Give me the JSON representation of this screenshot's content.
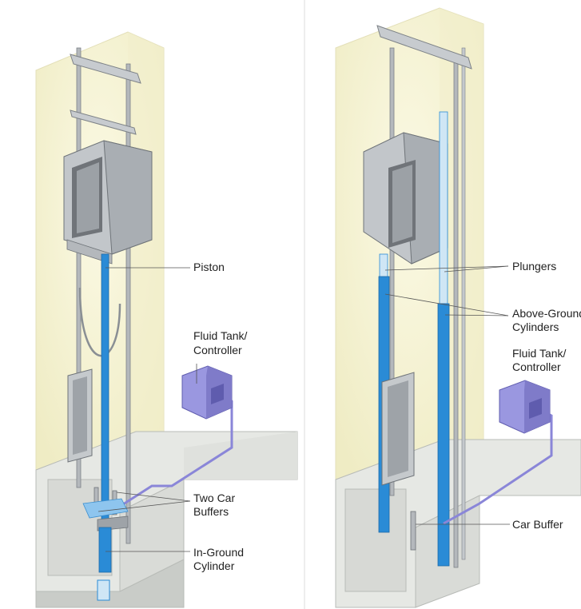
{
  "colors": {
    "shaft_glow": "#f4f0cc",
    "shaft_edge": "#dcdcc8",
    "concrete": "#e6e8e4",
    "concrete_dark": "#c9ccc8",
    "steel": "#b4b8bc",
    "steel_dark": "#7d8287",
    "piston_blue": "#2a8bd6",
    "piston_light": "#cfe6f5",
    "hose_purple": "#8a86d8",
    "tank_purple": "#9a97e0",
    "callout_line": "#555555"
  },
  "left_diagram": {
    "labels": {
      "piston": "Piston",
      "fluid_tank_line1": "Fluid Tank/",
      "fluid_tank_line2": "Controller",
      "buffers_line1": "Two Car",
      "buffers_line2": "Buffers",
      "cylinder_line1": "In-Ground",
      "cylinder_line2": "Cylinder"
    }
  },
  "right_diagram": {
    "labels": {
      "plungers": "Plungers",
      "cylinders_line1": "Above-Ground",
      "cylinders_line2": "Cylinders",
      "fluid_tank_line1": "Fluid Tank/",
      "fluid_tank_line2": "Controller",
      "car_buffer": "Car Buffer"
    }
  }
}
